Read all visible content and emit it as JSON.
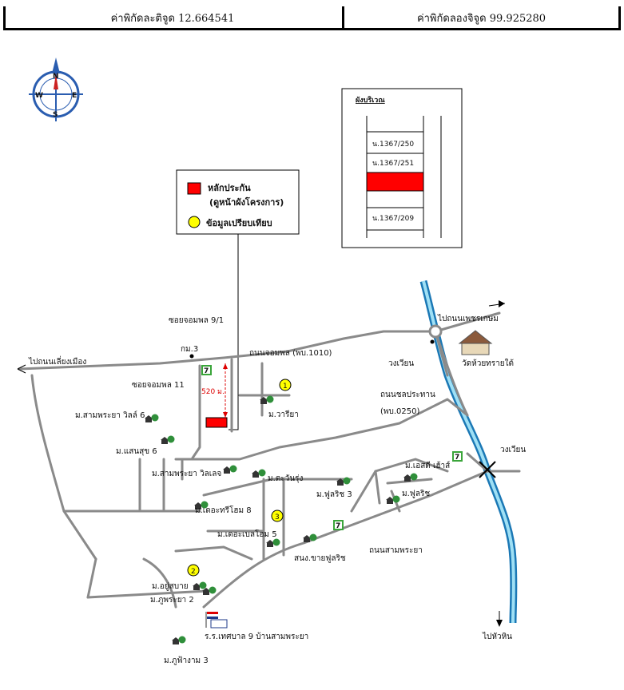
{
  "header": {
    "latitude_label": "ค่าพิกัดละติจูด 12.664541",
    "longitude_label": "ค่าพิกัดลองจิจูด 99.925280"
  },
  "compass": {
    "n": "N",
    "s": "S",
    "e": "E",
    "w": "W"
  },
  "legend": {
    "marker_label_1": "หลักประกัน",
    "marker_label_2": "(ดูหน้าผังโครงการ)",
    "compare_label": "ข้อมูลเปรียบเทียบ",
    "marker_color": "#ff0000",
    "compare_color": "#ffff00"
  },
  "inset": {
    "title": "ผังบริเวณ",
    "plots": [
      " น.1367/250",
      "น.1367/251",
      "น.1367/209"
    ]
  },
  "roads": {
    "jompol_9_1": "ซอยจอมพล 9/1",
    "jompol_11": "ซอยจอมพล 11",
    "km3": "กม.3",
    "jompol_road": "ถนนจอมพล (พบ.1010)",
    "to_liang_muang": "ไปถนนเลี่ยงเมือง",
    "to_phetkasem": "ไปถนนเพชรเกษม",
    "roundabout_1": "วงเวียน",
    "roundabout_2": "วงเวียน",
    "chonprathan": "ถนนชลประทาน",
    "chonprathan_code": "(พบ.0250)",
    "sam_phraya_road": "ถนนสามพระยา",
    "to_hua_hin": "ไปหัวหิน",
    "distance": "520 ม."
  },
  "places": {
    "wat": "วัดห้วยทรายใต้",
    "sam_phraya_villa6": "ม.สามพระยา วิลล์ 6",
    "sansuk6": "ม.แสนสุข 6",
    "wariya": "ม.วารียา",
    "sam_phraya_villa": "ม.สามพระยา วิลเลจ",
    "tawanrung": "ม.ตะวันรุ่ง",
    "the_tree_home8": "ม.เดอะทรีโฮม 8",
    "the_bell_home5": "ม.เดอะเบลโฮม 5",
    "fulrich3": "ม.ฟูลริช 3",
    "s_d_house": "ม.เอสดี เฮ้าส์",
    "fulrich": "ม.ฟูลริช",
    "fulrich_sales": "สนง.ขายฟูลริช",
    "yu_sabai": "ม.อยู่สบาย",
    "phu_phraya2": "ม.ภูพระยา 2",
    "school": "ร.ร.เทศบาล 9 บ้านสามพระยา",
    "phu_fa_ngam3": "ม.ภูฟ้างาม 3"
  },
  "compare_points": [
    "1",
    "2",
    "3"
  ],
  "colors": {
    "road": "#8a8a8a",
    "river": "#2aa7d6",
    "subject": "#ff0000",
    "compare": "#ffff00",
    "store": "#3aa53a"
  }
}
